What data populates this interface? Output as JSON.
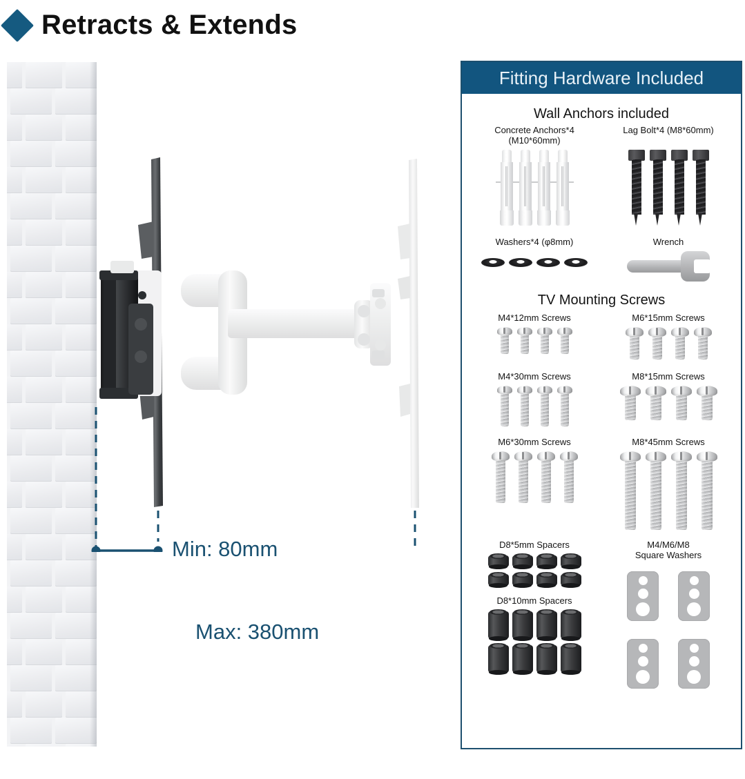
{
  "header": {
    "bullet_icon": "diamond-icon",
    "title": "Retracts & Extends",
    "accent_color": "#155a80"
  },
  "diagram": {
    "wall_label": "brick-wall",
    "dimensions": {
      "min": "Min: 80mm",
      "max": "Max: 380mm",
      "line_color": "#1a5171"
    }
  },
  "panel": {
    "title": "Fitting Hardware Included",
    "header_color": "#12557f",
    "border_color": "#1d4f6e",
    "sections": [
      {
        "title": "Wall Anchors included",
        "groups": [
          {
            "label": "Concrete Anchors*4",
            "label2": "(M10*60mm)",
            "count": 4,
            "kind": "anchor"
          },
          {
            "label": "Lag Bolt*4 (M8*60mm)",
            "label2": "",
            "count": 4,
            "kind": "lag-bolt"
          },
          {
            "label": "Washers*4 (φ8mm)",
            "label2": "",
            "count": 4,
            "kind": "washer"
          },
          {
            "label": "Wrench",
            "label2": "",
            "count": 1,
            "kind": "wrench"
          }
        ]
      },
      {
        "title": "TV Mounting Screws",
        "groups": [
          {
            "label": "M4*12mm Screws",
            "count": 4,
            "kind": "screw"
          },
          {
            "label": "M6*15mm Screws",
            "count": 4,
            "kind": "screw"
          },
          {
            "label": "M4*30mm Screws",
            "count": 4,
            "kind": "screw"
          },
          {
            "label": "M8*15mm Screws",
            "count": 4,
            "kind": "screw"
          },
          {
            "label": "M6*30mm Screws",
            "count": 4,
            "kind": "screw"
          },
          {
            "label": "M8*45mm Screws",
            "count": 4,
            "kind": "screw"
          },
          {
            "label": "D8*5mm Spacers",
            "count": 8,
            "kind": "spacer"
          },
          {
            "label": "M4/M6/M8",
            "label2": "Square Washers",
            "count": 4,
            "kind": "square-washer"
          },
          {
            "label": "D8*10mm Spacers",
            "count": 8,
            "kind": "spacer"
          }
        ]
      }
    ]
  }
}
